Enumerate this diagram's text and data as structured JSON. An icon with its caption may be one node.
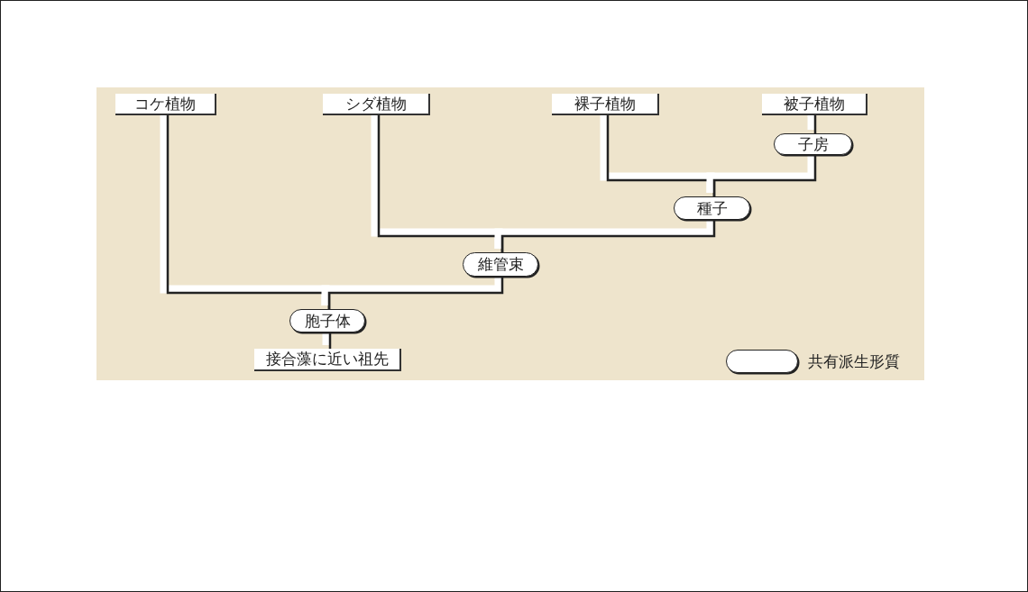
{
  "diagram": {
    "nodes": [
      {
        "text": [
          "コケ植物"
        ]
      },
      {
        "text": [
          "シダ植物"
        ]
      },
      {
        "text": [
          "裸子植物"
        ]
      },
      {
        "text": [
          "被子植物"
        ]
      },
      {
        "text": [
          "子房"
        ]
      },
      {
        "text": [
          "種子"
        ]
      },
      {
        "text": [
          "維管束"
        ]
      },
      {
        "text": [
          "胞子体"
        ]
      },
      {
        "text": [
          "接合藻に近い祖先"
        ]
      }
    ],
    "edges": [
      {
        "from": 8,
        "to": 7,
        "arrow": "none"
      },
      {
        "from": 7,
        "to": 0,
        "arrow": "none"
      },
      {
        "from": 7,
        "to": 6,
        "arrow": "none"
      },
      {
        "from": 6,
        "to": 1,
        "arrow": "none"
      },
      {
        "from": 6,
        "to": 5,
        "arrow": "none"
      },
      {
        "from": 5,
        "to": 2,
        "arrow": "none"
      },
      {
        "from": 5,
        "to": 4,
        "arrow": "none"
      },
      {
        "from": 4,
        "to": 3,
        "arrow": "none"
      }
    ],
    "legend": [
      {
        "text": "共有派生形質"
      }
    ]
  }
}
